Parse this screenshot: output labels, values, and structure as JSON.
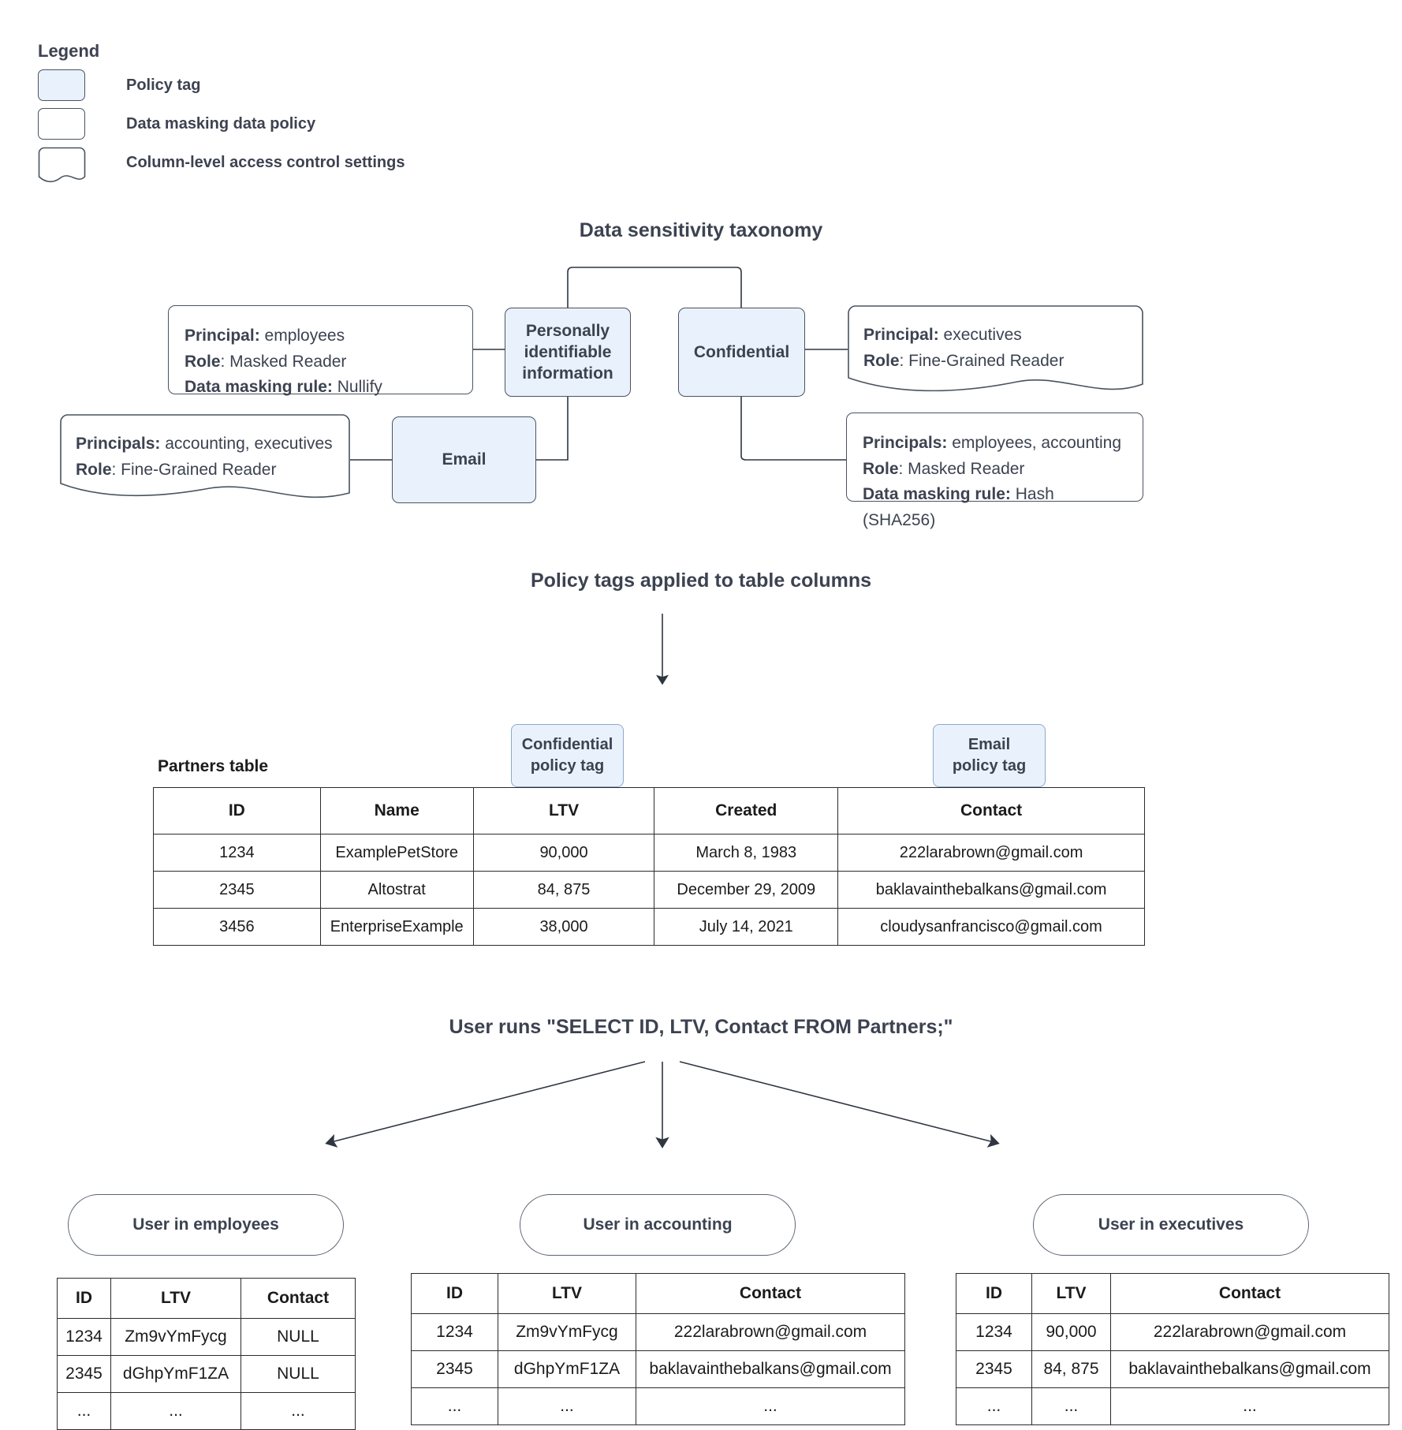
{
  "legend": {
    "title": "Legend",
    "items": [
      {
        "label": "Policy tag",
        "shape": "policy-tag-swatch"
      },
      {
        "label": "Data masking data policy",
        "shape": "data-masking-swatch"
      },
      {
        "label": "Column-level access control settings",
        "shape": "column-access-swatch"
      }
    ]
  },
  "taxonomy": {
    "title": "Data sensitivity taxonomy",
    "nodes": {
      "pii": "Personally identifiable information",
      "confidential": "Confidential",
      "email": "Email"
    },
    "policies": {
      "pii_mask": {
        "principal_key": "Principal:",
        "principal_value": " employees",
        "role_key": "Role",
        "role_value": ": Masked Reader",
        "rule_key": "Data masking rule:",
        "rule_value": " Nullify"
      },
      "email_access": {
        "principal_key": "Principals:",
        "principal_value": " accounting, executives",
        "role_key": "Role",
        "role_value": ": Fine-Grained Reader"
      },
      "confidential_access": {
        "principal_key": "Principal:",
        "principal_value": " executives",
        "role_key": "Role",
        "role_value": ": Fine-Grained Reader"
      },
      "confidential_mask": {
        "principal_key": "Principals:",
        "principal_value": " employees, accounting",
        "role_key": "Role",
        "role_value": ": Masked Reader",
        "rule_key": "Data masking rule:",
        "rule_value": " Hash (SHA256)"
      }
    }
  },
  "applied": {
    "title": "Policy tags applied to table columns",
    "partners_label": "Partners table",
    "tag_confidential": "Confidential\npolicy tag",
    "tag_confidential_line1": "Confidential",
    "tag_confidential_line2": "policy tag",
    "tag_email_line1": "Email",
    "tag_email_line2": "policy tag",
    "table": {
      "columns": [
        "ID",
        "Name",
        "LTV",
        "Created",
        "Contact"
      ],
      "rows": [
        [
          "1234",
          "ExamplePetStore",
          "90,000",
          "March 8, 1983",
          "222larabrown@gmail.com"
        ],
        [
          "2345",
          "Altostrat",
          "84, 875",
          "December 29, 2009",
          "baklavainthebalkans@gmail.com"
        ],
        [
          "3456",
          "EnterpriseExample",
          "38,000",
          "July 14, 2021",
          "cloudysanfrancisco@gmail.com"
        ]
      ]
    }
  },
  "query": {
    "title": "User runs \"SELECT ID, LTV, Contact FROM Partners;\"",
    "results": [
      {
        "persona": "User in employees",
        "columns": [
          "ID",
          "LTV",
          "Contact"
        ],
        "rows": [
          [
            "1234",
            "Zm9vYmFycg",
            "NULL"
          ],
          [
            "2345",
            "dGhpYmF1ZA",
            "NULL"
          ],
          [
            "...",
            "...",
            "..."
          ]
        ]
      },
      {
        "persona": "User in accounting",
        "columns": [
          "ID",
          "LTV",
          "Contact"
        ],
        "rows": [
          [
            "1234",
            "Zm9vYmFycg",
            "222larabrown@gmail.com"
          ],
          [
            "2345",
            "dGhpYmF1ZA",
            "baklavainthebalkans@gmail.com"
          ],
          [
            "...",
            "...",
            "..."
          ]
        ]
      },
      {
        "persona": "User in executives",
        "columns": [
          "ID",
          "LTV",
          "Contact"
        ],
        "rows": [
          [
            "1234",
            "90,000",
            "222larabrown@gmail.com"
          ],
          [
            "2345",
            "84, 875",
            "baklavainthebalkans@gmail.com"
          ],
          [
            "...",
            "...",
            "..."
          ]
        ]
      }
    ]
  },
  "colors": {
    "policy_tag_fill": "#e9f2fc",
    "stroke": "#49535f",
    "text": "#3c4250",
    "table_stroke": "#2b2b2b"
  }
}
